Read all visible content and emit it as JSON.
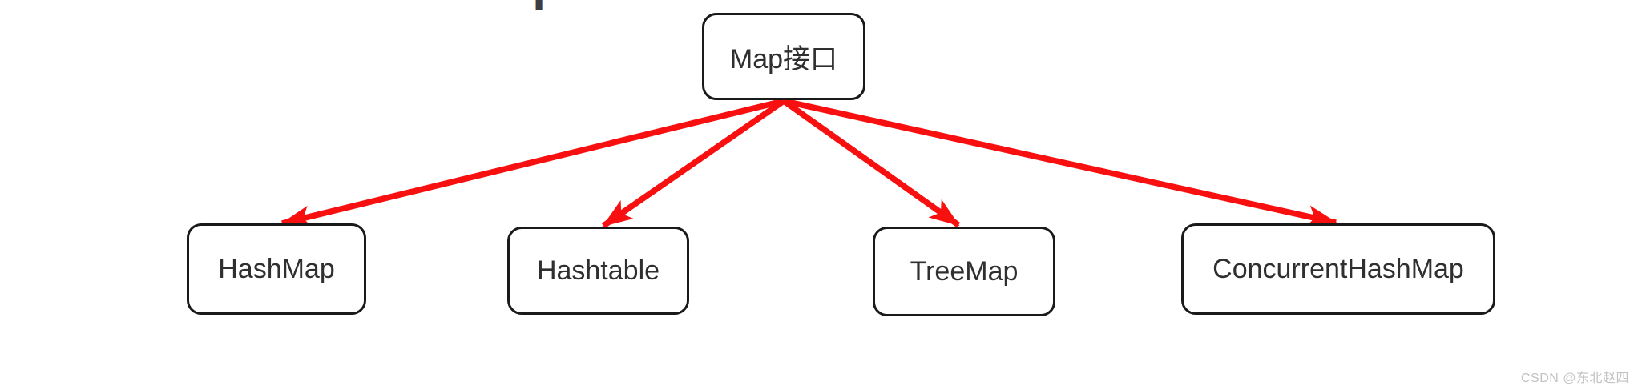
{
  "diagram": {
    "root": {
      "label": "Map接口"
    },
    "children": [
      {
        "label": "HashMap"
      },
      {
        "label": "Hashtable"
      },
      {
        "label": "TreeMap"
      },
      {
        "label": "ConcurrentHashMap"
      }
    ],
    "colors": {
      "arrow": "#f80f0f",
      "node_border": "#1a1a1a",
      "node_fill": "#ffffff",
      "node_text": "#2f2f2f"
    }
  },
  "watermark": {
    "text": "CSDN @东北赵四",
    "color": "#c2c2c2"
  }
}
